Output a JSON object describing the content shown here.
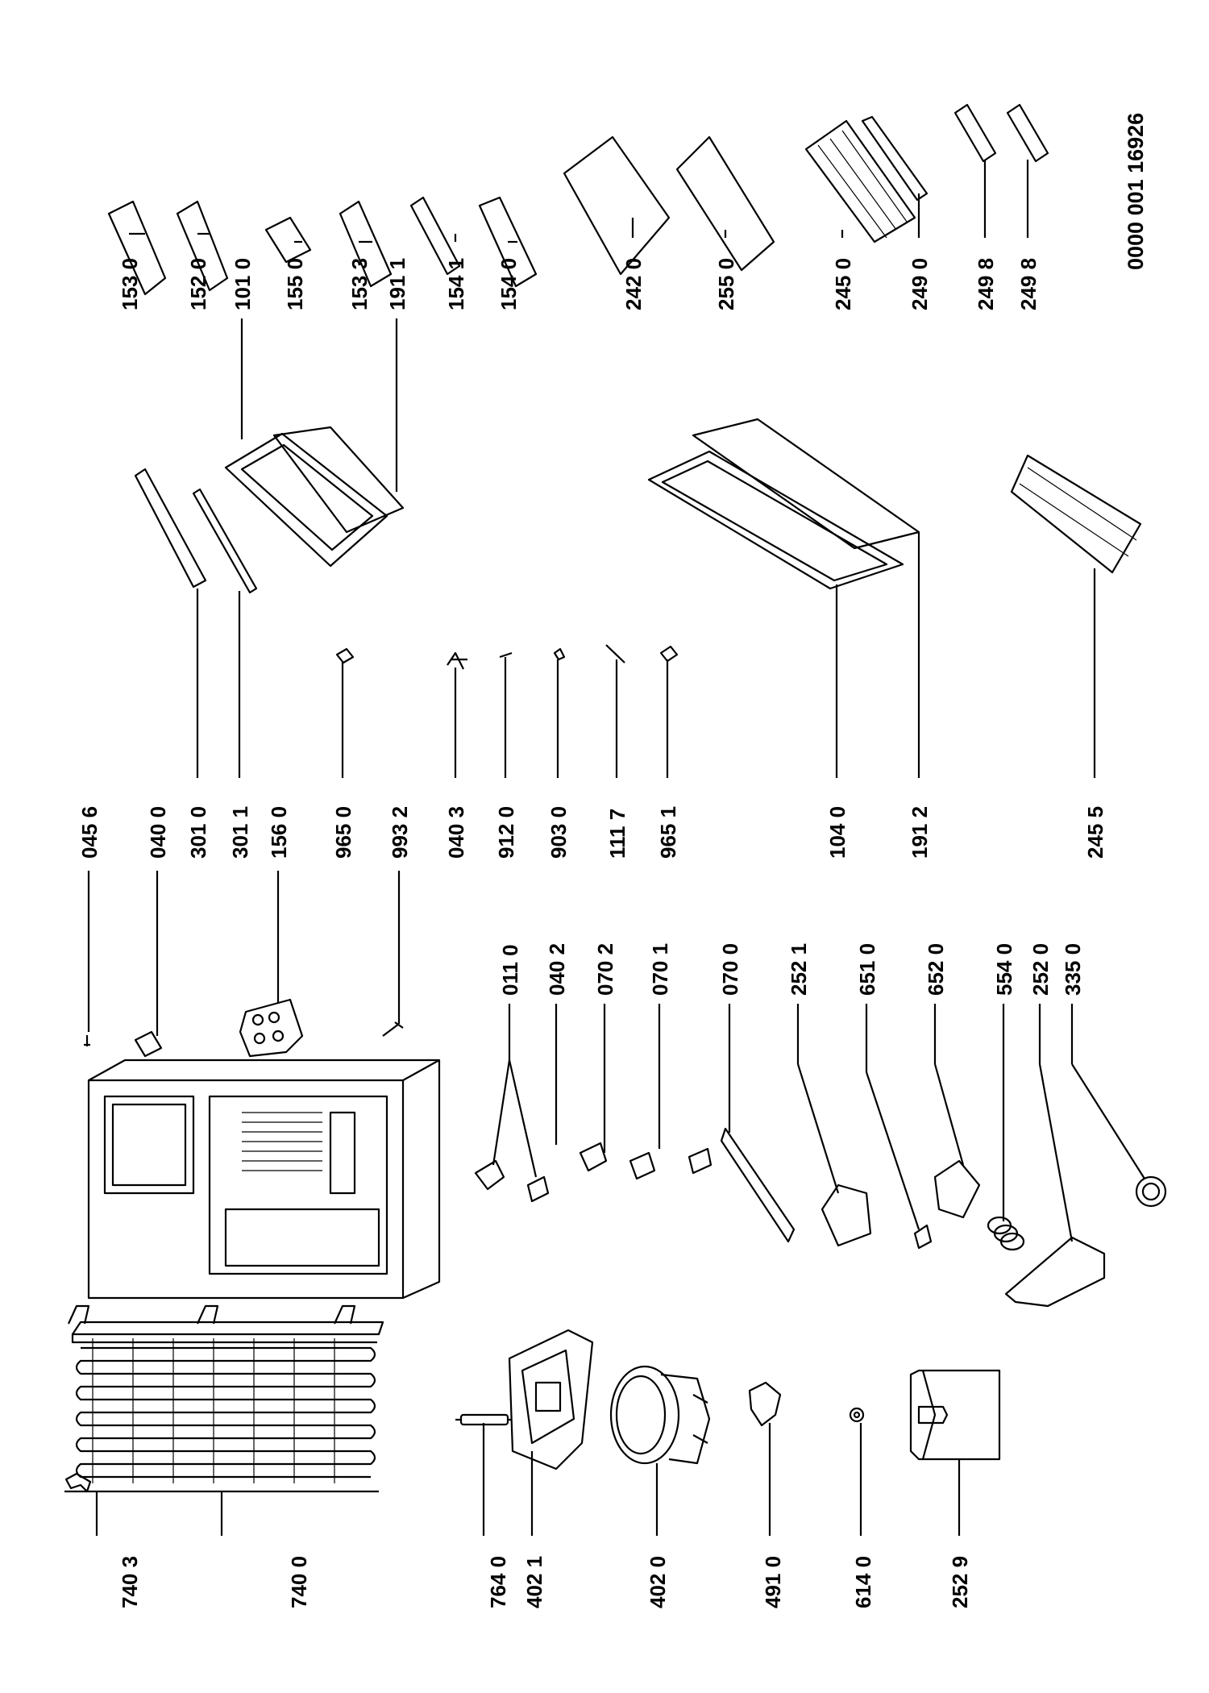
{
  "drawing_ref": "0000 001 16926",
  "labels": {
    "l7403": "740 3",
    "l7400": "740 0",
    "l7640": "764 0",
    "l4021": "402 1",
    "l4020": "402 0",
    "l4910": "491 0",
    "l6140": "614 0",
    "l2529": "252 9",
    "l0456": "045 6",
    "l0400": "040 0",
    "l3010": "301 0",
    "l3011": "301 1",
    "l1560": "156 0",
    "l9650": "965 0",
    "l9932": "993 2",
    "l0403": "040 3",
    "l9120": "912 0",
    "l9030": "903 0",
    "l1117": "111 7",
    "l9651": "965 1",
    "l1040": "104 0",
    "l1912": "191 2",
    "l2455": "245 5",
    "l0110": "011 0",
    "l0402": "040 2",
    "l0702": "070 2",
    "l0701": "070 1",
    "l0700": "070 0",
    "l2521": "252 1",
    "l6510": "651 0",
    "l6520": "652 0",
    "l5540": "554 0",
    "l2520": "252 0",
    "l3350": "335 0",
    "l1530": "153 0",
    "l1520": "152 0",
    "l1010": "101 0",
    "l1550": "155 0",
    "l1533": "153 3",
    "l1911": "191 1",
    "l1541": "154 1",
    "l1540": "154 0",
    "l2420": "242 0",
    "l2550": "255 0",
    "l2450": "245 0",
    "l2490": "249 0",
    "l2498a": "249 8",
    "l2498b": "249 8"
  }
}
